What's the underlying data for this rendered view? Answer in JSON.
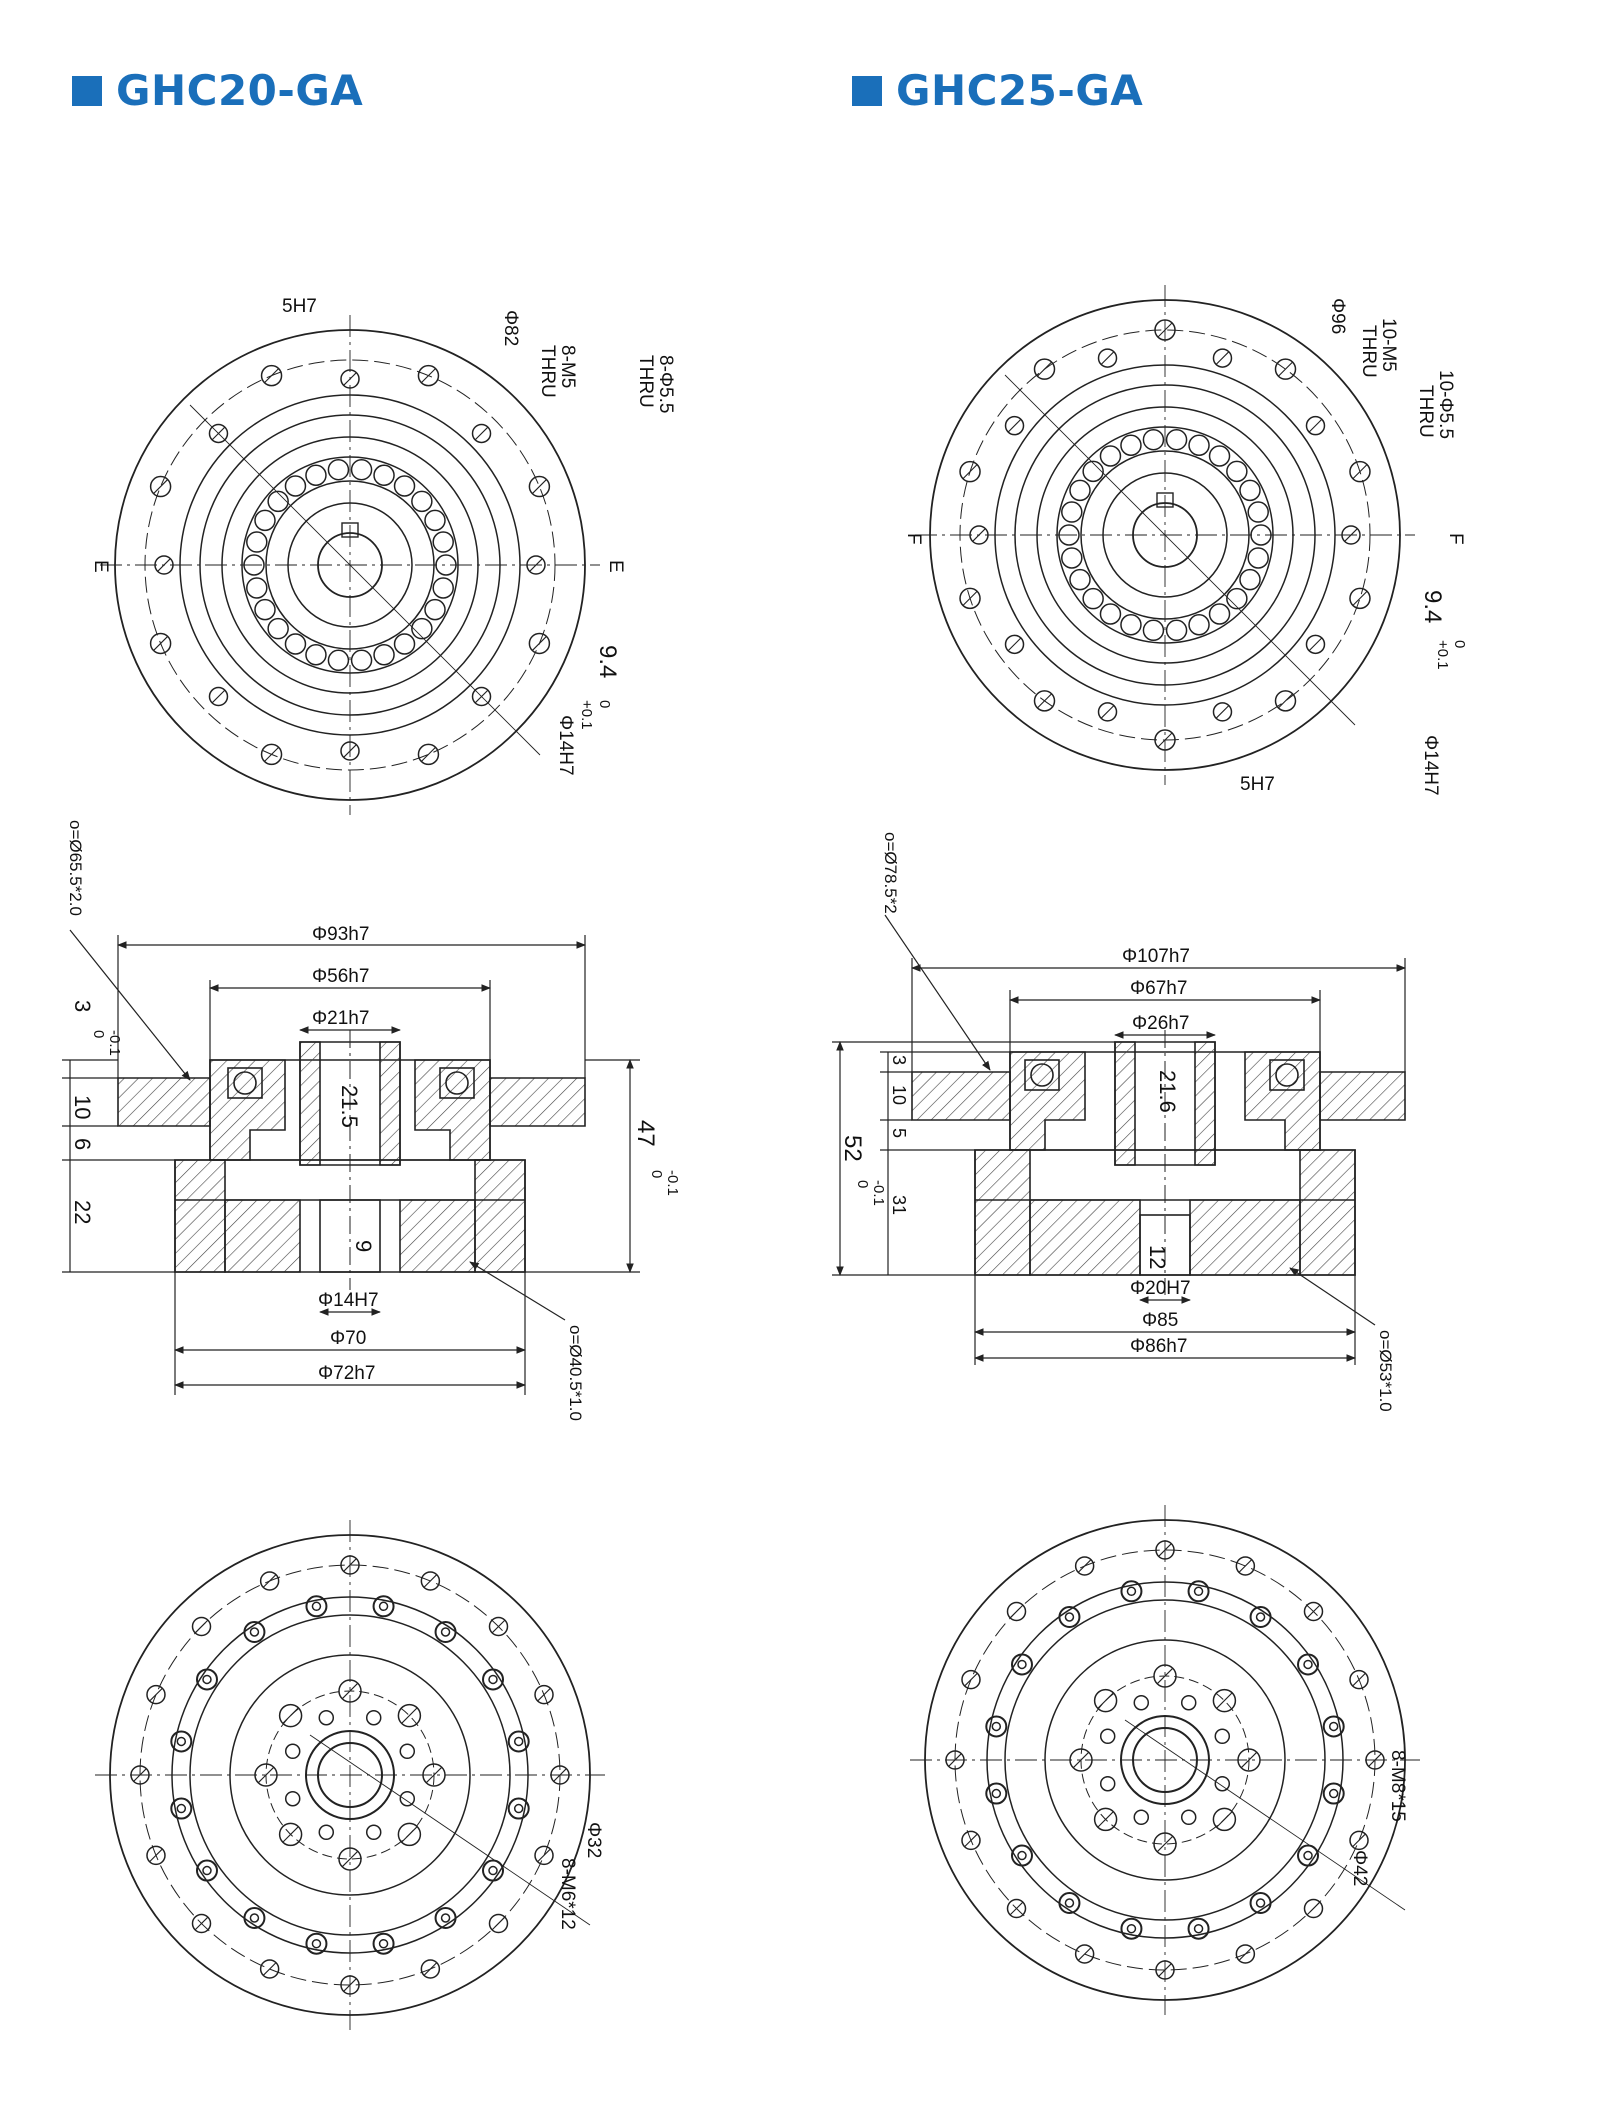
{
  "colors": {
    "accent": "#1a6fba",
    "line": "#222222",
    "hatch": "#444444",
    "background": "#ffffff"
  },
  "models": [
    {
      "title": "GHC20-GA",
      "front_view": {
        "keyway": "5H7",
        "pcd": "Φ82",
        "tapped_holes": [
          "8-M5",
          "THRU"
        ],
        "thru_holes": [
          "8-Φ5.5",
          "THRU"
        ],
        "section_mark": "E",
        "key_height": "9.4",
        "key_tol_upper": "+0.1",
        "key_tol_lower": "0",
        "bore": "Φ14H7"
      },
      "section_view": {
        "oring_top": "o=Ø65.5*2.0",
        "d_outer": "Φ93h7",
        "d_mid": "Φ56h7",
        "d_hub": "Φ21h7",
        "hub_len": "21.5",
        "flange_thk": "3",
        "flange_tol_upper": "0",
        "flange_tol_lower": "-0.1",
        "dim_10": "10",
        "dim_6": "6",
        "dim_22": "22",
        "height": "47",
        "height_tol_upper": "0",
        "height_tol_lower": "-0.1",
        "inner_len": "9",
        "bore": "Φ14H7",
        "d_70": "Φ70",
        "d_72": "Φ72h7",
        "oring_bottom": "o=Ø40.5*1.0"
      },
      "rear_view": {
        "pcd": "Φ32",
        "tapped": "8-M6*12"
      }
    },
    {
      "title": "GHC25-GA",
      "front_view": {
        "keyway": "5H7",
        "pcd": "Φ96",
        "tapped_holes": [
          "10-M5",
          "THRU"
        ],
        "thru_holes": [
          "10-Φ5.5",
          "THRU"
        ],
        "section_mark": "F",
        "key_height": "9.4",
        "key_tol_upper": "+0.1",
        "key_tol_lower": "0",
        "bore": "Φ14H7"
      },
      "section_view": {
        "oring_top": "o=Ø78.5*2",
        "d_outer": "Φ107h7",
        "d_mid": "Φ67h7",
        "d_hub": "Φ26h7",
        "hub_len": "21.6",
        "flange_thk": "3",
        "dim_10": "10",
        "dim_5": "5",
        "height": "52",
        "height_tol_upper": "0",
        "height_tol_lower": "-0.1",
        "dim_31": "31",
        "inner_len": "12",
        "bore": "Φ20H7",
        "d_85": "Φ85",
        "d_86": "Φ86h7",
        "oring_bottom": "o=Ø53*1.0"
      },
      "rear_view": {
        "pcd": "Φ42",
        "tapped": "8-M8*15"
      }
    }
  ]
}
